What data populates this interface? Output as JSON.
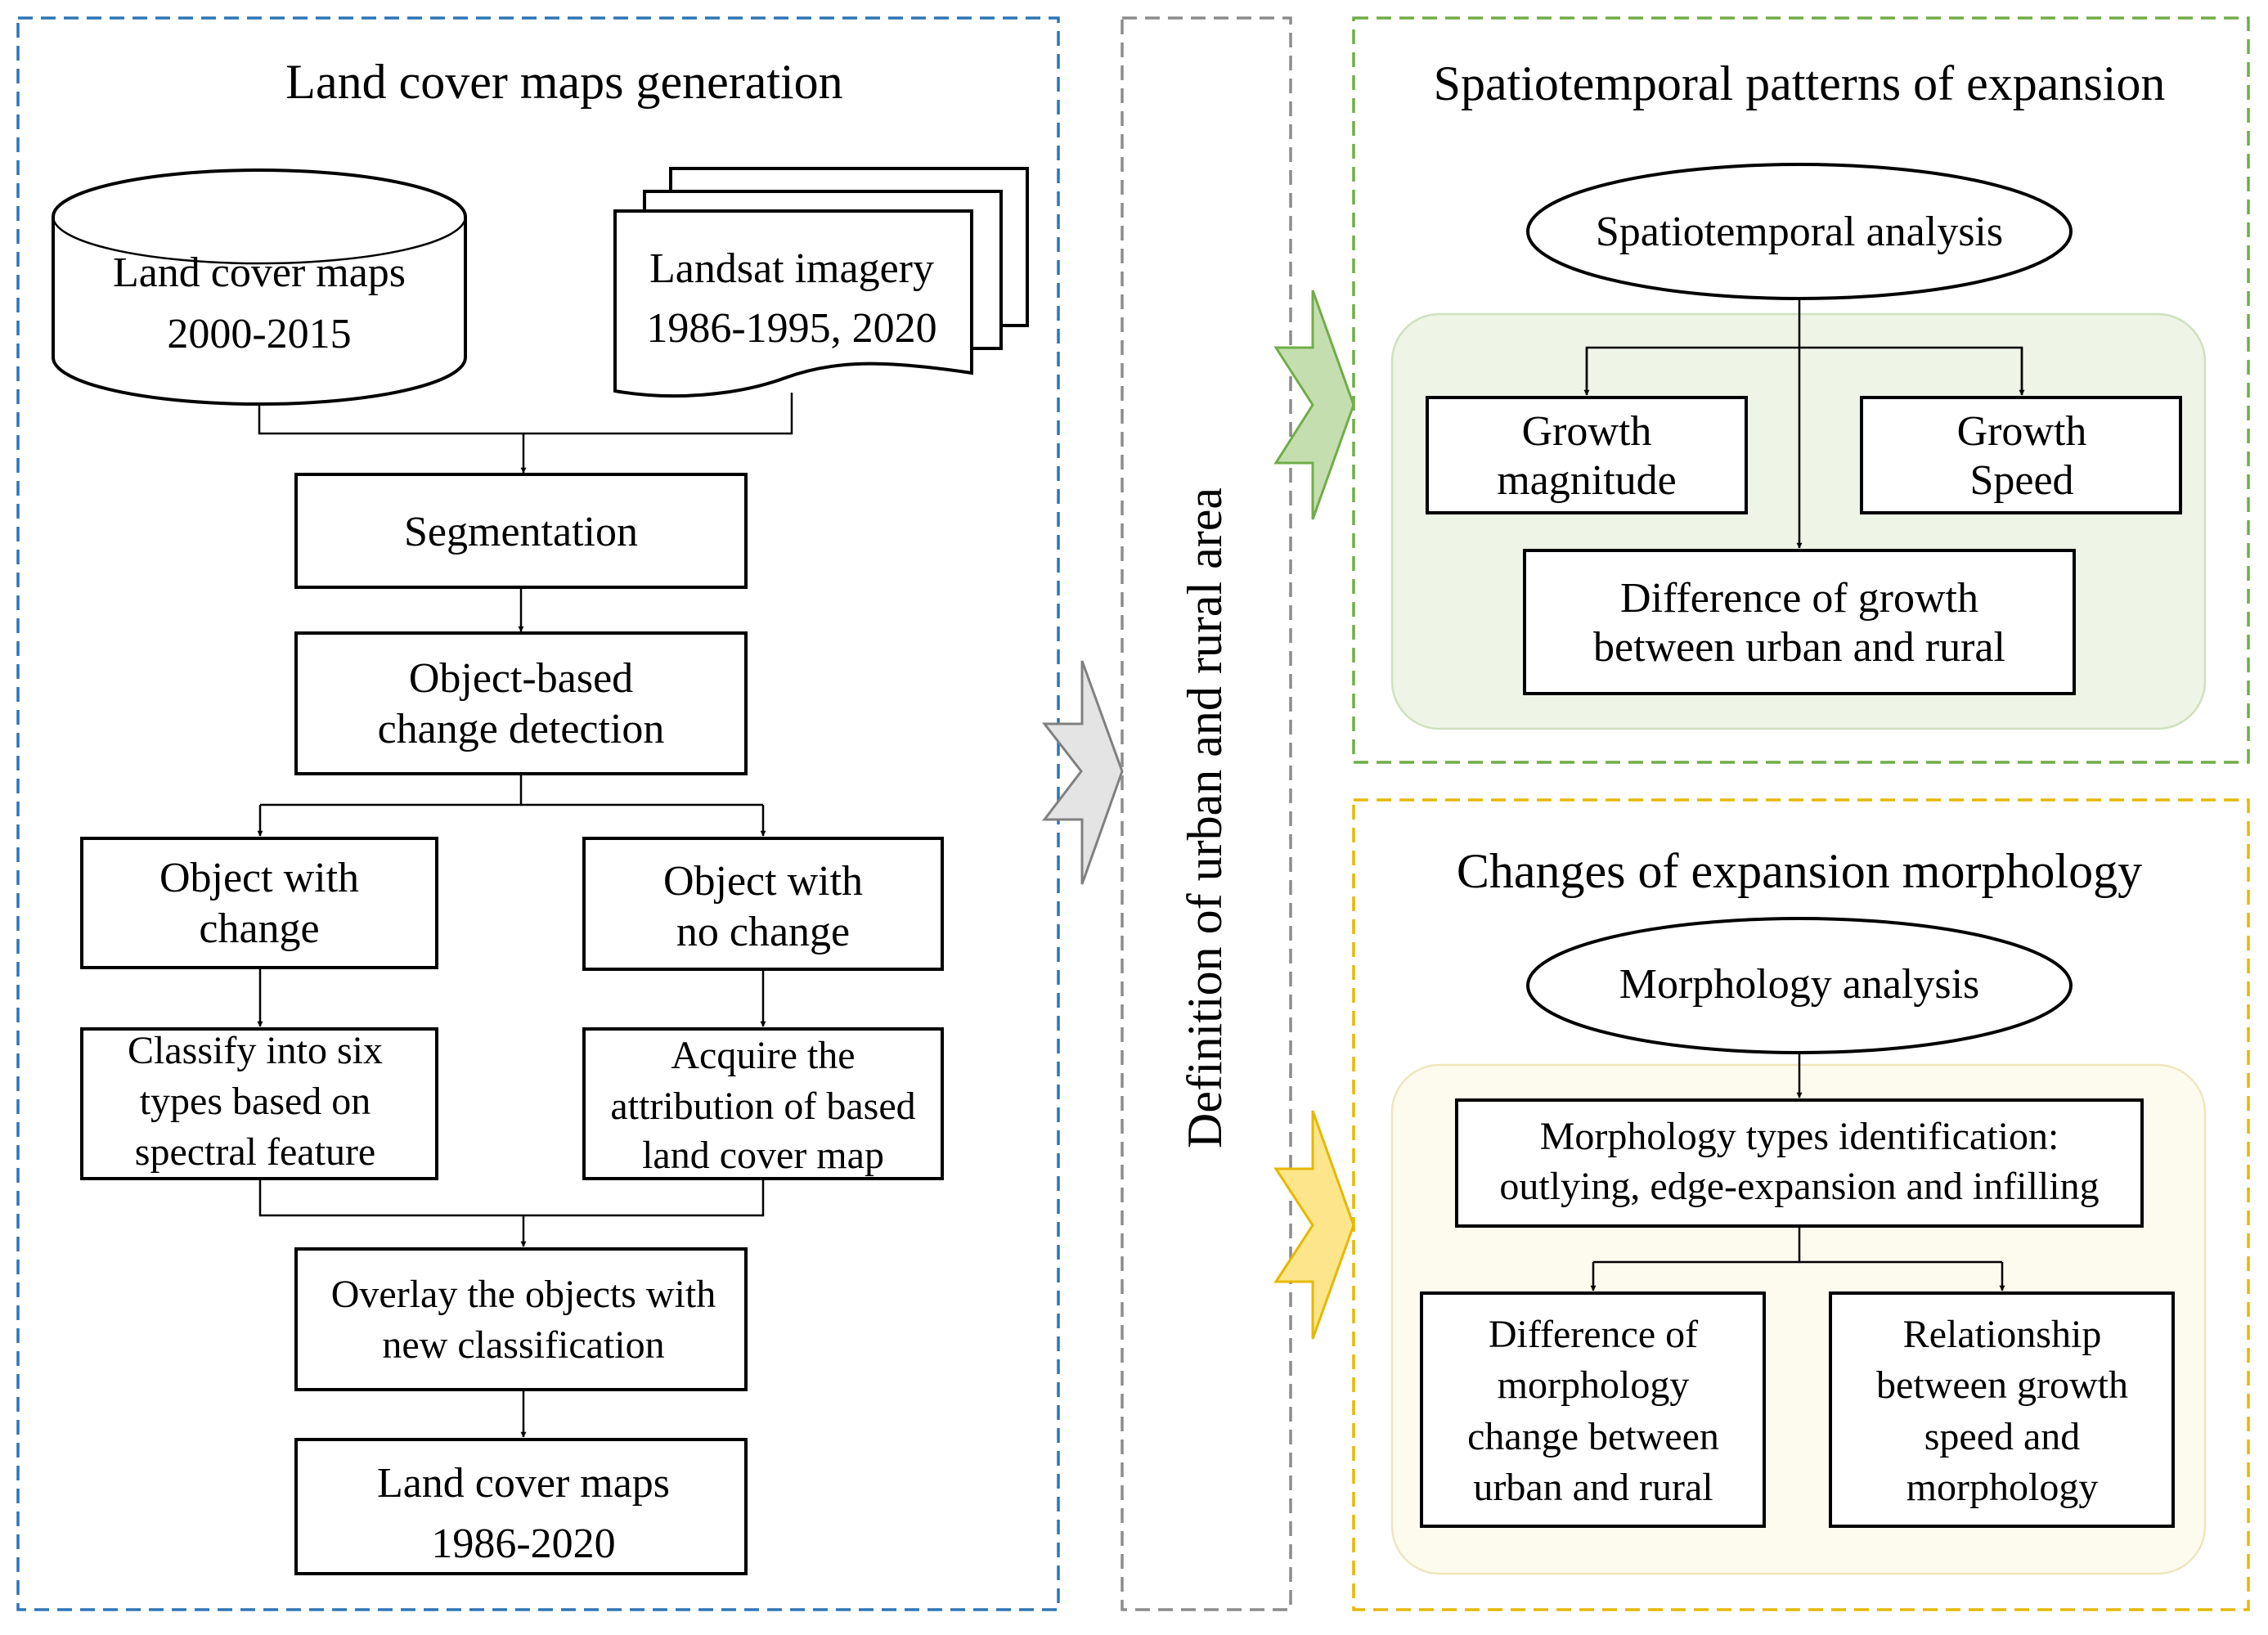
{
  "colors": {
    "panel_left_border": "#2e75b6",
    "panel_middle_border": "#8c8c8c",
    "panel_top_right_border": "#70ad47",
    "panel_bottom_right_border": "#e6b800",
    "green_group_fill": "#eef4e6",
    "yellow_group_fill": "#fdfbee",
    "green_arrow_fill": "#c5deb0",
    "yellow_arrow_fill": "#fce58a",
    "gray_arrow_fill": "#e4e4e4"
  },
  "left_panel": {
    "title": "Land cover maps generation",
    "database": {
      "line1": "Land cover maps",
      "line2": "2000-2015"
    },
    "imagery": {
      "line1": "Landsat imagery",
      "line2": "1986-1995, 2020"
    },
    "segmentation": "Segmentation",
    "change_detection": {
      "line1": "Object-based",
      "line2": "change detection"
    },
    "object_change": {
      "line1": "Object with",
      "line2": "change"
    },
    "object_no_change": {
      "line1": "Object with",
      "line2": "no change"
    },
    "classify": {
      "line1": "Classify into six",
      "line2": "types based on",
      "line3": "spectral feature"
    },
    "acquire": {
      "line1": "Acquire the",
      "line2": "attribution of based",
      "line3": "land cover map"
    },
    "overlay": {
      "line1": "Overlay the objects with",
      "line2": "new classification"
    },
    "output": {
      "line1": "Land cover maps",
      "line2": "1986-2020"
    }
  },
  "middle_panel": {
    "title": "Definition of urban and rural area"
  },
  "top_right_panel": {
    "title": "Spatiotemporal patterns of expansion",
    "analysis": "Spatiotemporal analysis",
    "growth_magnitude": {
      "line1": "Growth",
      "line2": "magnitude"
    },
    "growth_speed": {
      "line1": "Growth",
      "line2": "Speed"
    },
    "difference": {
      "line1": "Difference of growth",
      "line2": "between urban and rural"
    }
  },
  "bottom_right_panel": {
    "title": "Changes of expansion morphology",
    "analysis": "Morphology analysis",
    "types": {
      "line1": "Morphology types identification:",
      "line2": "outlying, edge-expansion and infilling"
    },
    "difference": {
      "line1": "Difference of",
      "line2": "morphology",
      "line3": "change between",
      "line4": "urban and rural"
    },
    "relationship": {
      "line1": "Relationship",
      "line2": "between growth",
      "line3": "speed and",
      "line4": "morphology"
    }
  }
}
